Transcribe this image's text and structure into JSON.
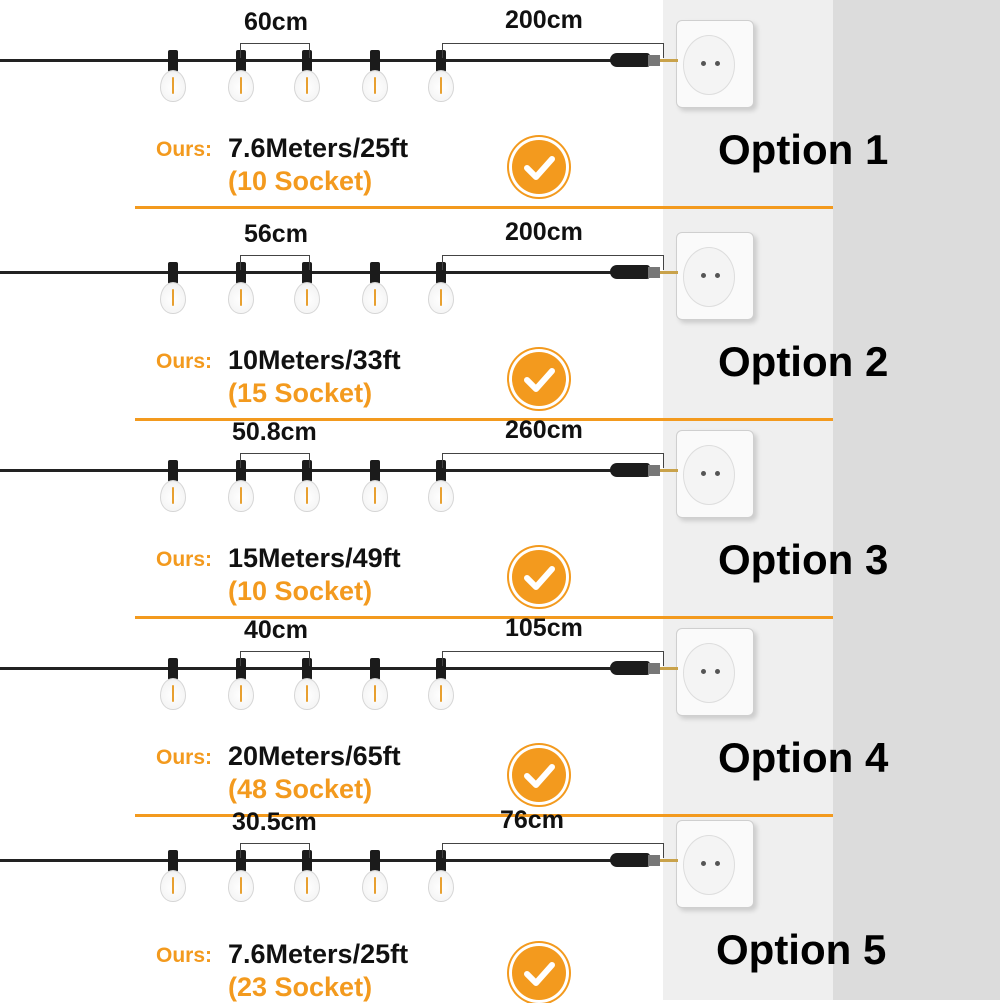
{
  "ours_label": "Ours:",
  "colors": {
    "accent": "#f39a1e",
    "text": "#111111"
  },
  "options": [
    {
      "title": "Option 1",
      "bulb_spacing": "60cm",
      "lead_length": "200cm",
      "length": "7.6Meters/25ft",
      "sockets": "(10 Socket)"
    },
    {
      "title": "Option 2",
      "bulb_spacing": "56cm",
      "lead_length": "200cm",
      "length": "10Meters/33ft",
      "sockets": "(15 Socket)"
    },
    {
      "title": "Option 3",
      "bulb_spacing": "50.8cm",
      "lead_length": "260cm",
      "length": "15Meters/49ft",
      "sockets": "(10 Socket)"
    },
    {
      "title": "Option 4",
      "bulb_spacing": "40cm",
      "lead_length": "105cm",
      "length": "20Meters/65ft",
      "sockets": "(48 Socket)"
    },
    {
      "title": "Option 5",
      "bulb_spacing": "30.5cm",
      "lead_length": "76cm",
      "length": "7.6Meters/25ft",
      "sockets": "(23 Socket)"
    }
  ]
}
